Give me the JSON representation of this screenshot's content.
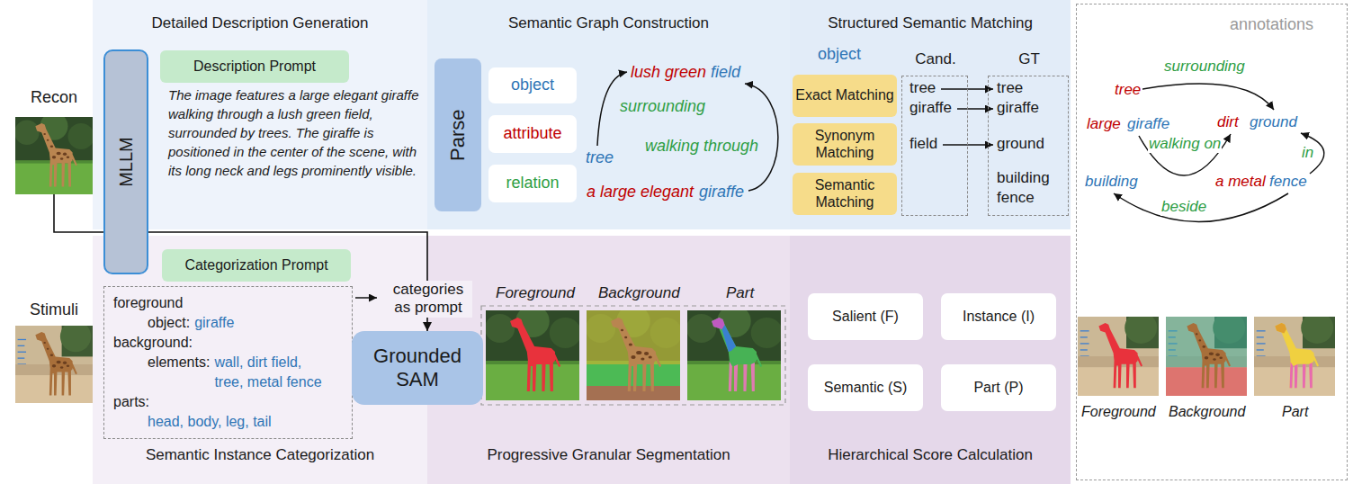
{
  "diagram": {
    "nodes": [
      {
        "text": [
          "Detailed Description Generation",
          "The image features a large elegant giraffe walking through a lush green field, surrounded by trees. The giraffe is positioned in the center of the scene, with its long neck and legs prominently visible."
        ]
      },
      {
        "text": [
          "Description Prompt"
        ],
        "in": 0
      },
      {
        "text": [
          "Recon"
        ]
      },
      {
        "text": [
          "MLLM"
        ]
      },
      {
        "text": [
          "Semantic Graph Construction"
        ]
      },
      {
        "text": [
          "Parse"
        ],
        "in": 4
      },
      {
        "text": [
          "object"
        ],
        "in": 4
      },
      {
        "text": [
          "attribute"
        ],
        "in": 4
      },
      {
        "text": [
          "relation"
        ],
        "in": 4
      },
      {
        "text": [
          "Structured Semantic Matching"
        ]
      },
      {
        "text": [
          "Exact Matching"
        ],
        "in": 9
      },
      {
        "text": [
          "Synonym Matching"
        ],
        "in": 9
      },
      {
        "text": [
          "Semantic Matching"
        ],
        "in": 9
      },
      {
        "text": [
          "Cand.",
          "tree",
          "giraffe",
          "field"
        ],
        "in": 9
      },
      {
        "text": [
          "GT",
          "tree",
          "giraffe",
          "ground",
          "building",
          "fence"
        ],
        "in": 9
      },
      {
        "text": [
          "Stimuli"
        ]
      },
      {
        "text": [
          "Semantic Instance Categorization"
        ]
      },
      {
        "text": [
          "Categorization Prompt"
        ],
        "in": 16
      },
      {
        "text": [
          "foreground",
          "object:",
          "giraffe",
          "background:",
          "elements:",
          "wall, dirt field, tree, metal fence",
          "parts:",
          "head, body, leg, tail"
        ],
        "in": 16
      },
      {
        "text": [
          "Grounded SAM"
        ]
      },
      {
        "text": [
          "Progressive Granular Segmentation"
        ]
      },
      {
        "text": [
          "Hierarchical Score Calculation"
        ]
      },
      {
        "text": [
          "Salient (F)"
        ],
        "in": 21
      },
      {
        "text": [
          "Instance (I)"
        ],
        "in": 21
      },
      {
        "text": [
          "Semantic (S)"
        ],
        "in": 21
      },
      {
        "text": [
          "Part (P)"
        ],
        "in": 21
      },
      {
        "text": [
          "annotations"
        ]
      }
    ],
    "edges": [
      {
        "from": 2,
        "to": 19,
        "arrow": "to",
        "label": "categories as prompt"
      }
    ],
    "labels": [
      "lush green",
      "field",
      "surrounding",
      "tree",
      "walking through",
      "a large elegant",
      "giraffe",
      "object",
      "Foreground",
      "Background",
      "Part",
      "tree",
      "surrounding",
      "large",
      "giraffe",
      "dirt",
      "ground",
      "walking on",
      "in",
      "building",
      "a metal",
      "fence",
      "beside",
      "Foreground",
      "Background",
      "Part"
    ]
  }
}
